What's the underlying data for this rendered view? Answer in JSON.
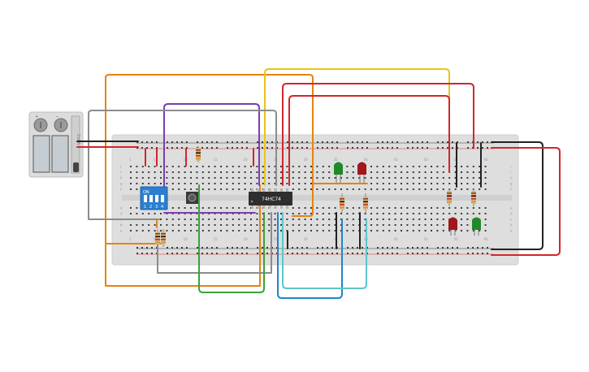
{
  "battery_pack": {
    "label": "2xAA",
    "plus_mark": "+",
    "minus_mark": "−"
  },
  "breadboard": {
    "row_letters": [
      "a",
      "b",
      "c",
      "d",
      "e",
      "f",
      "g",
      "h",
      "i",
      "j"
    ],
    "column_numbers": [
      "1",
      "5",
      "10",
      "15",
      "20",
      "25",
      "30",
      "35",
      "40",
      "45",
      "50",
      "55",
      "60"
    ]
  },
  "dip_switch": {
    "on_label": "ON",
    "numbers": [
      "1",
      "2",
      "3",
      "4"
    ]
  },
  "ic": {
    "label": "74HC74"
  },
  "leds": [
    {
      "color_name": "green",
      "hex": "#1f8a2a"
    },
    {
      "color_name": "red",
      "hex": "#a0171c"
    },
    {
      "color_name": "red",
      "hex": "#a0171c"
    },
    {
      "color_name": "green",
      "hex": "#1f8a2a"
    }
  ],
  "wire_colors": {
    "orange": "#e8820e",
    "yellow": "#e8c51a",
    "red": "#d1262b",
    "purple": "#7a3fb1",
    "green": "#3aa33a",
    "gray": "#8c8c8c",
    "blue": "#1e87c8",
    "teal": "#5cc6c8",
    "black": "#222222"
  }
}
